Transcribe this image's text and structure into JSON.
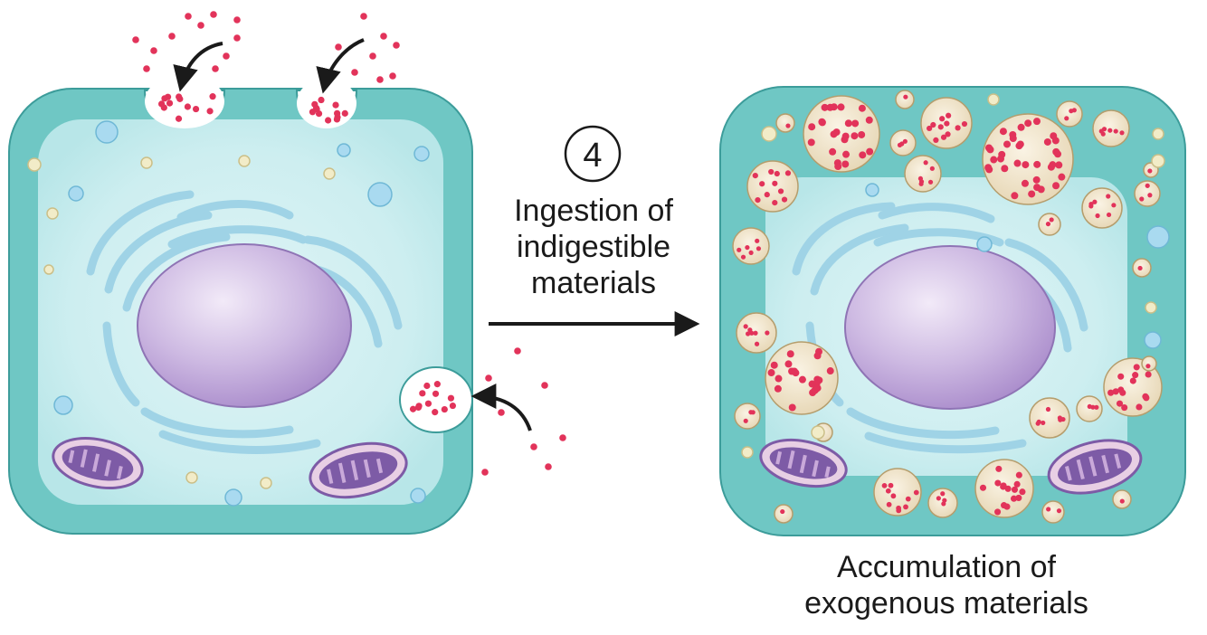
{
  "step": {
    "number": "4",
    "lines": [
      "Ingestion of",
      "indigestible",
      "materials"
    ]
  },
  "result": {
    "lines": [
      "Accumulation of",
      "exogenous materials"
    ]
  },
  "colors": {
    "cytoplasm_outer": "#7ccfcc",
    "cytoplasm_inner": "#cdeef0",
    "er": "#9fd3e6",
    "nucleus": "#c9b6de",
    "mitochondria": "#7d5ba6",
    "particle": "#e2335a",
    "vesicle_fill": "#efe3c9",
    "arrow": "#1a1a1a"
  }
}
